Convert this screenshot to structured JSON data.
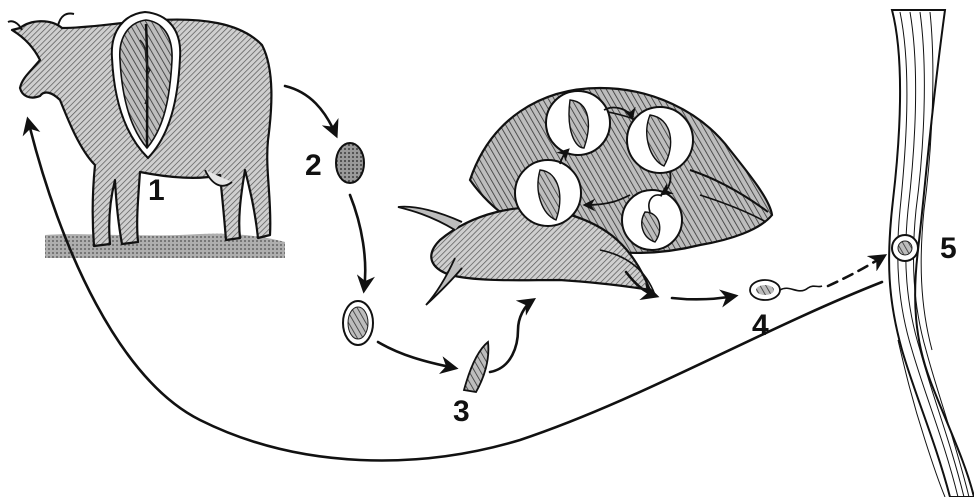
{
  "labels": {
    "stage1": "1",
    "stage2": "2",
    "stage3": "3",
    "stage4": "4",
    "stage5": "5"
  },
  "colors": {
    "ink": "#111111",
    "shade": "#8a8a8a",
    "light": "#d8d8d8",
    "paper": "#ffffff"
  },
  "icons": [
    "cow-icon",
    "egg-icon",
    "miracidium-icon",
    "snail-icon",
    "cercaria-icon",
    "grass-blade-icon",
    "cyst-icon"
  ]
}
